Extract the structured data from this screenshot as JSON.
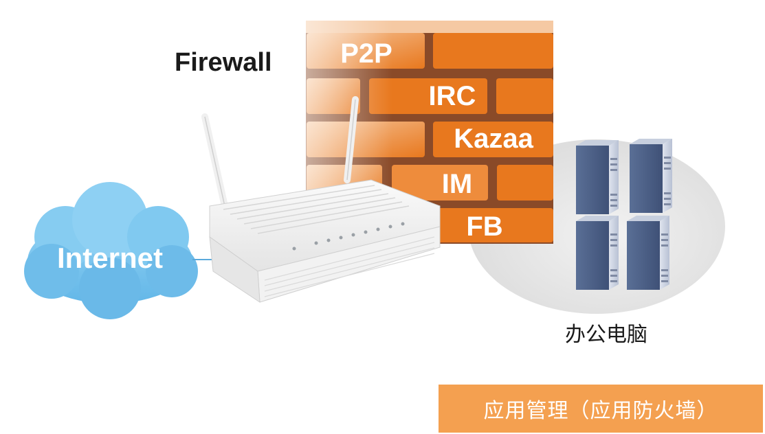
{
  "firewall": {
    "title": "Firewall",
    "bricks": [
      "P2P",
      "IRC",
      "Kazaa",
      "IM",
      "FB"
    ]
  },
  "internet": {
    "label": "Internet"
  },
  "office": {
    "label": "办公电脑"
  },
  "banner": {
    "text": "应用管理（应用防火墙）"
  },
  "colors": {
    "brick": "#e8781e",
    "brick_light": "#f3b27e",
    "mortar": "#8a4a28",
    "cloud": "#7cc6ef",
    "server": "#4d6186",
    "ellipse": "#e3e3e3",
    "banner": "#f4a050"
  }
}
